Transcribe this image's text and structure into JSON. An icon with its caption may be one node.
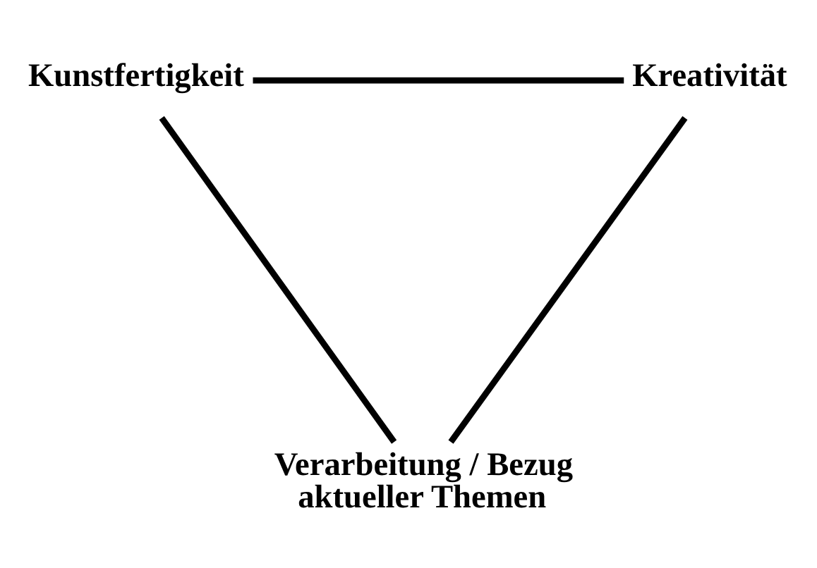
{
  "diagram": {
    "nodes": [
      {
        "text": [
          "Kunstfertigkeit"
        ]
      },
      {
        "text": [
          "Kreativität"
        ]
      },
      {
        "text": [
          "Verarbeitung / Bezug aktueller Themen"
        ]
      }
    ],
    "edges": [
      {
        "from": 0,
        "to": 1,
        "arrow": "none"
      },
      {
        "from": 0,
        "to": 2,
        "arrow": "none"
      },
      {
        "from": 1,
        "to": 2,
        "arrow": "none"
      }
    ]
  }
}
